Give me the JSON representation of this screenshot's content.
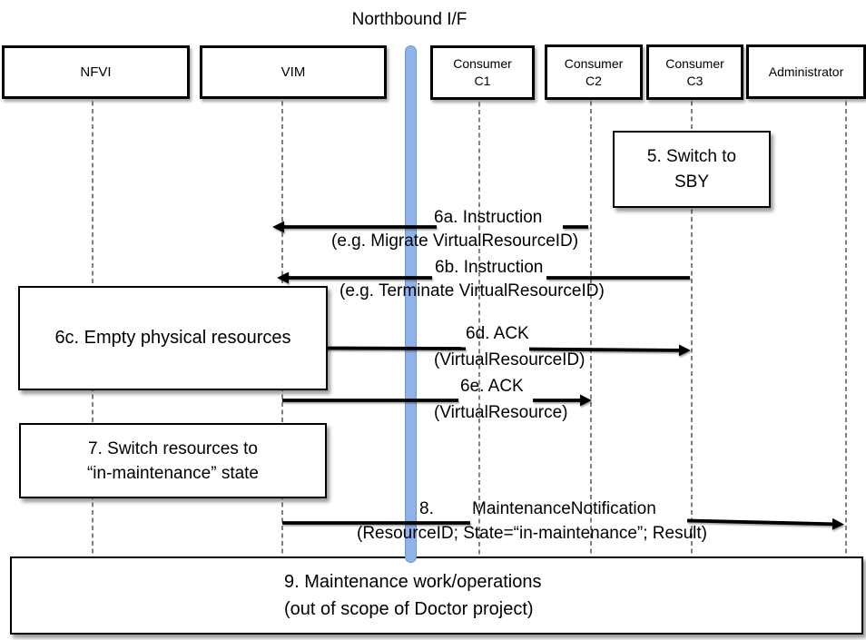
{
  "title": "Northbound I/F",
  "actors": {
    "nfvi": "NFVI",
    "vim": "VIM",
    "c1": {
      "line1": "Consumer",
      "line2": "C1"
    },
    "c2": {
      "line1": "Consumer",
      "line2": "C2"
    },
    "c3": {
      "line1": "Consumer",
      "line2": "C3"
    },
    "admin": "Administrator"
  },
  "notes": {
    "n5": {
      "line1": "5. Switch to",
      "line2": "SBY"
    },
    "n6c": {
      "line1": "6c. Empty physical resources"
    },
    "n7": {
      "line1": "7. Switch resources to",
      "line2": "“in-maintenance” state"
    },
    "n9": {
      "line1": "9. Maintenance work/operations",
      "line2": "(out of scope of Doctor project)"
    }
  },
  "messages": {
    "m6a": {
      "line1": "6a. Instruction",
      "line2": "(e.g. Migrate VirtualResourceID)"
    },
    "m6b": {
      "line1": "6b. Instruction",
      "line2": "(e.g. Terminate VirtualResourceID)"
    },
    "m6d": {
      "line1": "6d. ACK",
      "line2": "(VirtualResourceID)"
    },
    "m6e": {
      "line1": "6e. ACK",
      "line2": "(VirtualResource)"
    },
    "m8": {
      "number": "8.",
      "line1": "MaintenanceNotification",
      "line2": "(ResourceID; State=“in-maintenance”; Result)"
    }
  },
  "colors": {
    "bar_fill": "#8FB3E8",
    "bar_border": "#6B94D6",
    "lifeline": "#3d3d3d",
    "arrow": "#000000"
  }
}
